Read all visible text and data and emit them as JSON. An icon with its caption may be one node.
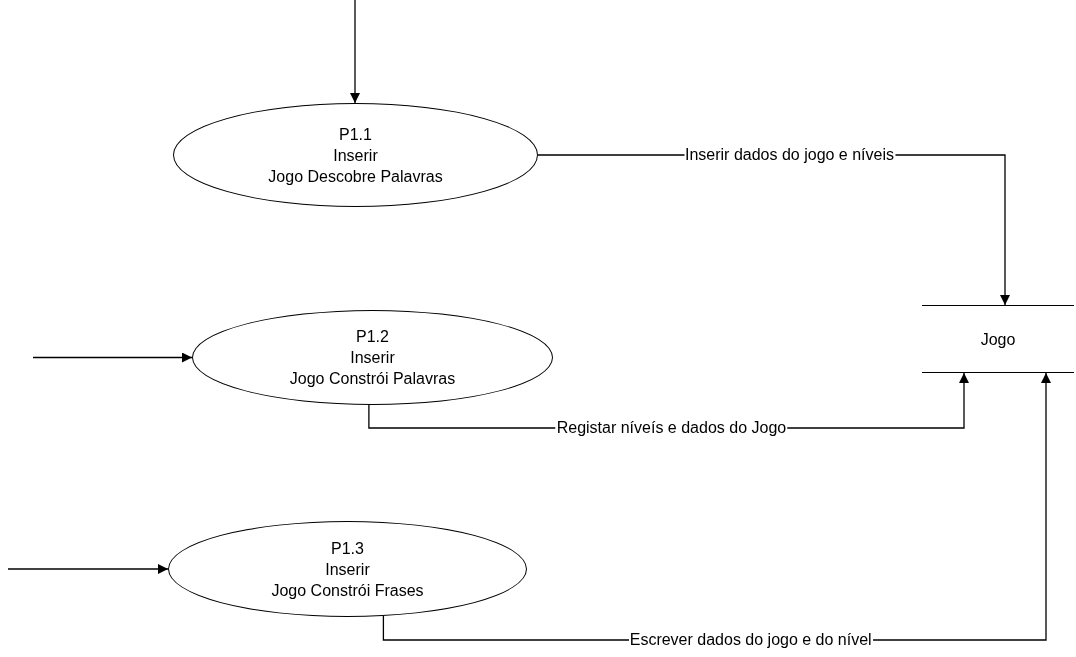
{
  "diagram": {
    "nodes": [
      {
        "text": [
          "P1.1",
          "Inserir",
          "Jogo Descobre Palavras"
        ]
      },
      {
        "text": [
          "P1.2",
          "Inserir",
          "Jogo Constrói Palavras"
        ]
      },
      {
        "text": [
          "P1.3",
          "Inserir",
          "Jogo Constrói Frases"
        ]
      },
      {
        "text": [
          "Jogo"
        ]
      }
    ],
    "edges": [
      {
        "from": null,
        "to": 0,
        "arrow": "to"
      },
      {
        "from": 0,
        "to": 3,
        "arrow": "to",
        "label": "Inserir dados do jogo e níveis"
      },
      {
        "from": null,
        "to": 1,
        "arrow": "to"
      },
      {
        "from": 1,
        "to": 3,
        "arrow": "to",
        "label": "Registar níveís e dados do Jogo"
      },
      {
        "from": null,
        "to": 2,
        "arrow": "to"
      },
      {
        "from": 2,
        "to": 3,
        "arrow": "to",
        "label": "Escrever dados do jogo e do nível"
      }
    ]
  }
}
